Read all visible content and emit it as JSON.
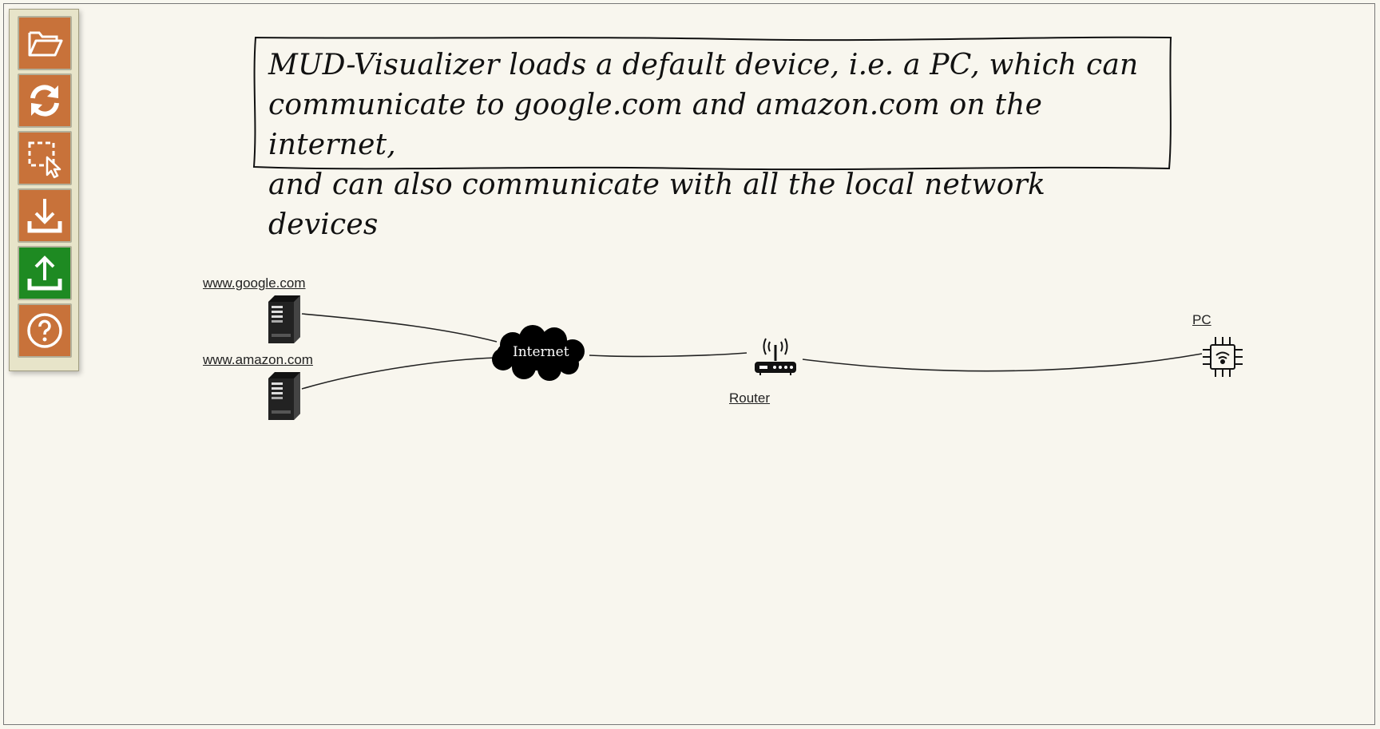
{
  "toolbar": {
    "buttons": [
      {
        "icon": "folder-open-icon",
        "color": "#c8723a"
      },
      {
        "icon": "refresh-icon",
        "color": "#c8723a"
      },
      {
        "icon": "select-area-icon",
        "color": "#c8723a"
      },
      {
        "icon": "download-icon",
        "color": "#c8723a"
      },
      {
        "icon": "upload-icon",
        "color": "#1e8a22"
      },
      {
        "icon": "help-icon",
        "color": "#c8723a"
      }
    ]
  },
  "note": {
    "text": "MUD-Visualizer loads a default device, i.e. a PC, which can\ncommunicate to  google.com and amazon.com on the internet,\nand can also communicate with all the local network devices"
  },
  "nodes": {
    "google": {
      "label": "www.google.com",
      "icon": "server-icon"
    },
    "amazon": {
      "label": "www.amazon.com",
      "icon": "server-icon"
    },
    "internet": {
      "label": "Internet",
      "icon": "cloud-icon"
    },
    "router": {
      "label": "Router",
      "icon": "router-icon"
    },
    "pc": {
      "label": "PC",
      "icon": "chip-wifi-icon"
    }
  }
}
